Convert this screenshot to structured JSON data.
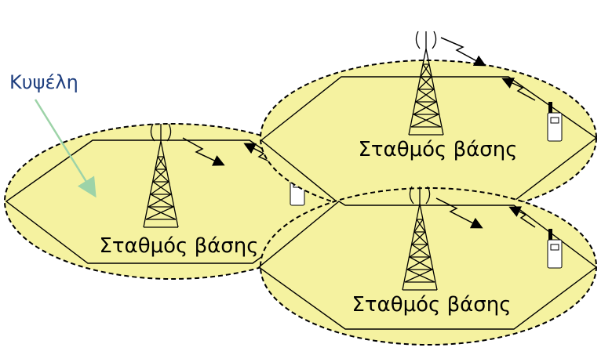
{
  "diagram": {
    "cell_label": "Κυψέλη",
    "base_station_labels": [
      "Σταθμός βάσης",
      "Σταθμός βάσης",
      "Σταθμός βάσης"
    ],
    "colors": {
      "cell_fill": "#f5f2a0",
      "cell_label": "#1f3f7f",
      "pointer_arrow": "#9dd3a8"
    },
    "icons": [
      "cell-tower-icon",
      "antenna-icon",
      "mobile-phone-icon",
      "radio-link-icon"
    ]
  }
}
